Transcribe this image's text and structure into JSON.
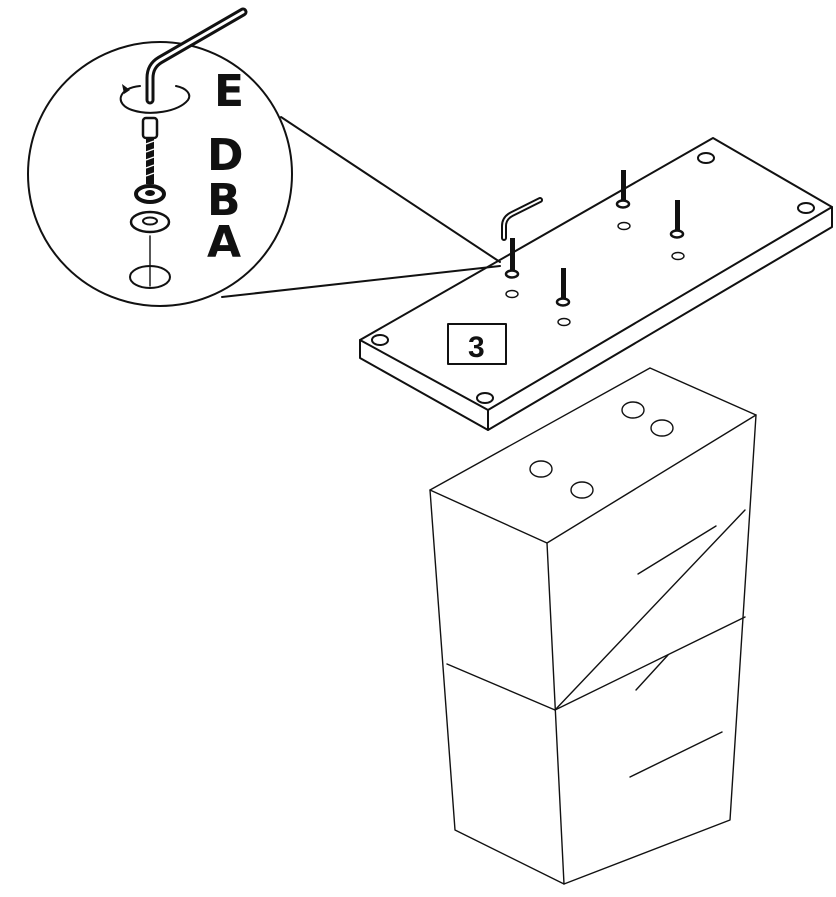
{
  "diagram": {
    "step_number": "3",
    "parts": {
      "e": "E",
      "d": "D",
      "b": "B",
      "a": "A"
    }
  }
}
